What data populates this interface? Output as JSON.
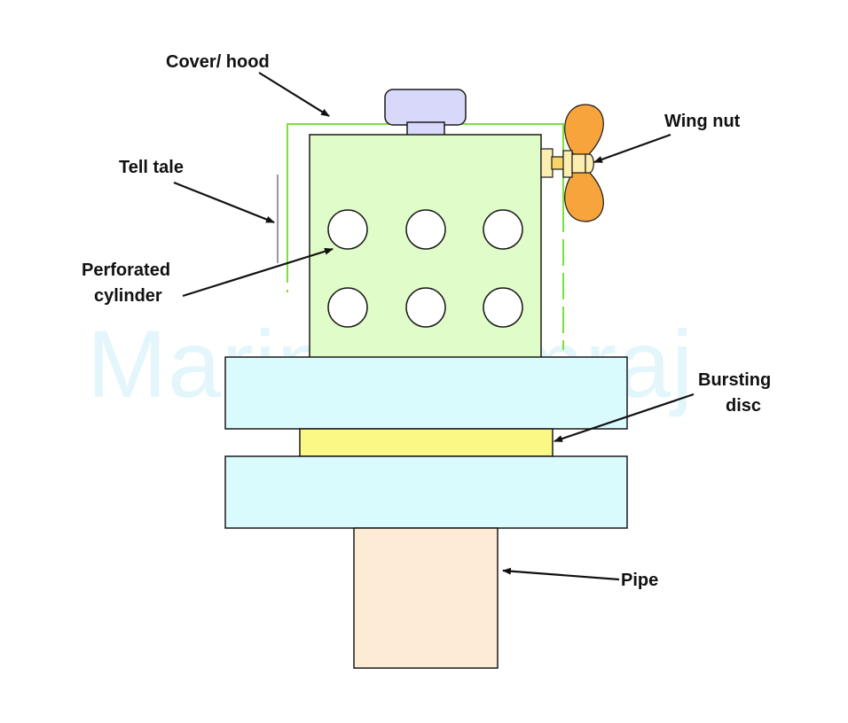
{
  "watermark": "MarineSamraj",
  "labels": {
    "cover": "Cover/ hood",
    "wing_nut": "Wing nut",
    "tell_tale": "Tell tale",
    "perforated_line1": "Perforated",
    "perforated_line2": "cylinder",
    "bursting_line1": "Bursting",
    "bursting_line2": "disc",
    "pipe": "Pipe"
  },
  "colors": {
    "cylinder_fill": "#e0fcc8",
    "cover_line": "#7be03a",
    "flange_fill": "#dafbfd",
    "disc_fill": "#fbf885",
    "pipe_fill": "#fdebd5",
    "cap_fill": "#d8d8fb",
    "wing_fill": "#f6a43b",
    "bolt_fill": "#fbeeb0",
    "tell_tale": "#999999",
    "outline": "#1a1a1a"
  },
  "perforation_holes": 6
}
